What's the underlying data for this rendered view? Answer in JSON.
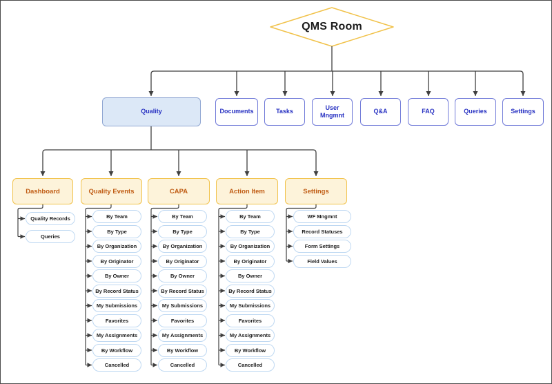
{
  "diagram": {
    "root": {
      "label": "QMS Room"
    },
    "level2": [
      {
        "label": "Quality",
        "highlighted": true
      },
      {
        "label": "Documents"
      },
      {
        "label": "Tasks"
      },
      {
        "label": "User Mngmnt"
      },
      {
        "label": "Q&A"
      },
      {
        "label": "FAQ"
      },
      {
        "label": "Queries"
      },
      {
        "label": "Settings"
      }
    ],
    "quality_sections": [
      {
        "label": "Dashboard",
        "items": [
          "Quality Records",
          "Queries"
        ]
      },
      {
        "label": "Quality Events",
        "items": [
          "By Team",
          "By Type",
          "By Organization",
          "By Originator",
          "By Owner",
          "By Record Status",
          "My Submissions",
          "Favorites",
          "My Assignments",
          "By Workflow",
          "Cancelled"
        ]
      },
      {
        "label": "CAPA",
        "items": [
          "By Team",
          "By Type",
          "By Organization",
          "By Originator",
          "By Owner",
          "By Record Status",
          "My Submissions",
          "Favorites",
          "My Assignments",
          "By Workflow",
          "Cancelled"
        ]
      },
      {
        "label": "Action Item",
        "items": [
          "By Team",
          "By Type",
          "By Organization",
          "By Originator",
          "By Owner",
          "By Record Status",
          "My Submissions",
          "Favorites",
          "My Assignments",
          "By Workflow",
          "Cancelled"
        ]
      },
      {
        "label": "Settings",
        "items": [
          "WF Mngmnt",
          "Record Statuses",
          "Form Settings",
          "Field Values"
        ]
      }
    ],
    "colors": {
      "root_border": "#f1c24a",
      "level2_border": "#6f79d8",
      "level2_text": "#2832c2",
      "quality_fill": "#dce8f7",
      "level3_fill": "#fdf3da",
      "level3_border": "#f1c24a",
      "level3_text": "#c05c14",
      "pill_border": "#bed8f2",
      "connector": "#3f3f3f"
    }
  }
}
